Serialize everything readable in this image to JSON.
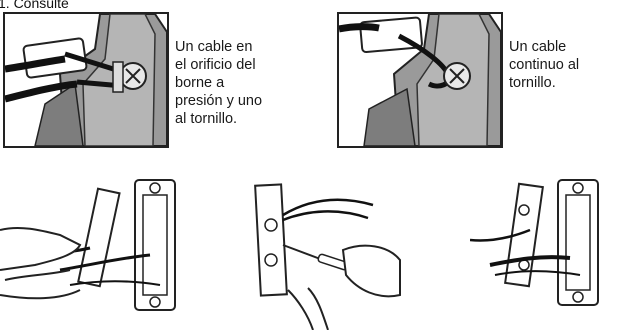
{
  "header": {
    "text": "1. Consulte"
  },
  "panel_left": {
    "caption_lines": [
      "Un cable en",
      "el orificio del",
      "borne a",
      "presión y uno",
      "al tornillo."
    ]
  },
  "panel_right": {
    "caption_lines": [
      "Un cable",
      "continuo al",
      "tornillo."
    ]
  }
}
